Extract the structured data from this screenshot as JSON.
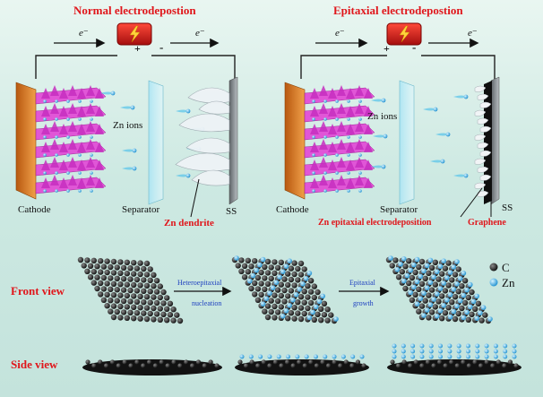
{
  "panels": {
    "normal": {
      "title": "Normal electrodepostion",
      "electron_left": "e⁻",
      "electron_right": "e⁻",
      "plus": "+",
      "minus": "-",
      "labels": {
        "zn_ions": "Zn ions",
        "cathode": "Cathode",
        "separator": "Separator",
        "ss": "SS",
        "dendrite": "Zn dendrite"
      }
    },
    "epitaxial": {
      "title": "Epitaxial electrodepostion",
      "electron_left": "e⁻",
      "electron_right": "e⁻",
      "plus": "+",
      "minus": "-",
      "labels": {
        "zn_ions": "Zn ions",
        "cathode": "Cathode",
        "separator": "Separator",
        "ss": "SS",
        "zn_epitaxial": "Zn epitaxial electrodeposition",
        "graphene": "Graphene"
      }
    }
  },
  "bottom": {
    "front_view": "Front view",
    "side_view": "Side view",
    "step1": [
      "Heteroepitaxial",
      "nucleation"
    ],
    "step2": [
      "Epitaxial",
      "growth"
    ],
    "legend": {
      "c": "C",
      "zn": "Zn"
    }
  },
  "colors": {
    "title_red": "#e0161b",
    "carbon": "#1a1a1a",
    "zinc": "#2aa7e0",
    "cathode": "#e07c1c",
    "layer": "#e040d0",
    "battery": "#d01818",
    "step_text": "#1c3fbf"
  },
  "icons": [
    "battery-icon",
    "lightning-icon",
    "arrow-right-icon"
  ]
}
